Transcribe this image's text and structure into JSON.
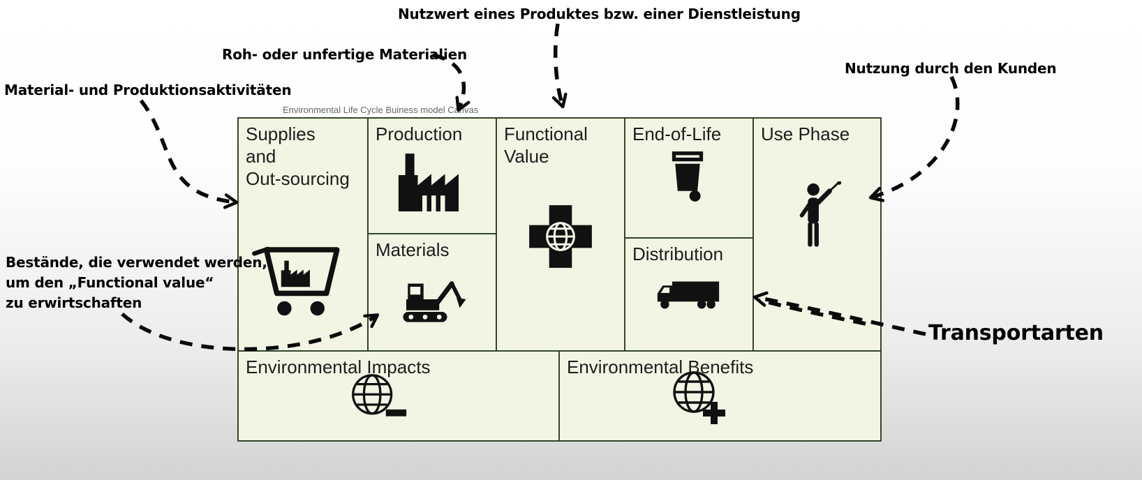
{
  "canvas": {
    "caption": "Environmental Life Cycle Buiness model Canvas",
    "colors": {
      "cell_fill": "#f3f5e4",
      "cell_border": "#33452a",
      "ink": "#111111"
    },
    "cells": {
      "supplies": {
        "label": "Supplies\nand\nOut-sourcing",
        "icon": "shopping-cart-factory-icon"
      },
      "production": {
        "label": "Production",
        "icon": "factory-icon"
      },
      "materials": {
        "label": "Materials",
        "icon": "excavator-icon"
      },
      "functional_value": {
        "label": "Functional\nValue",
        "icon": "cross-globe-icon"
      },
      "end_of_life": {
        "label": "End-of-Life",
        "icon": "trash-bin-icon"
      },
      "distribution": {
        "label": "Distribution",
        "icon": "truck-icon"
      },
      "use_phase": {
        "label": "Use Phase",
        "icon": "person-selfie-icon"
      },
      "environmental_impacts": {
        "label": "Environmental Impacts",
        "icon": "globe-minus-icon"
      },
      "environmental_benefits": {
        "label": "Environmental Benefits",
        "icon": "globe-plus-icon"
      }
    }
  },
  "annotations": {
    "functional_value_note": "Nutzwert eines Produktes bzw. einer Dienstleistung",
    "materials_note": "Roh- oder unfertige Materialien",
    "production_activities_note": "Material- und Produktionsaktivitäten",
    "customer_use_note": "Nutzung durch den Kunden",
    "stocks_note": "Bestände, die verwendet werden,\num den „Functional value“\nzu erwirtschaften",
    "transport_note": "Transportarten"
  }
}
